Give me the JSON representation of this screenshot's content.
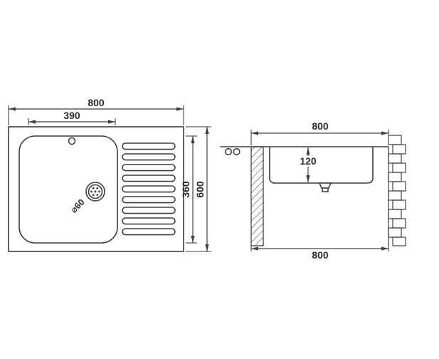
{
  "drawing": {
    "type": "sink-technical-drawing",
    "colors": {
      "background": "#ffffff",
      "line": "#3f3f3f",
      "text": "#2b2b2b"
    }
  },
  "top_view": {
    "overall_width": "800",
    "bowl_width": "390",
    "bowl_depth": "360",
    "overall_depth": "600",
    "drain_diameter": "⌀60"
  },
  "side_view": {
    "top_width": "800",
    "bowl_depth": "120",
    "bottom_width": "800"
  }
}
